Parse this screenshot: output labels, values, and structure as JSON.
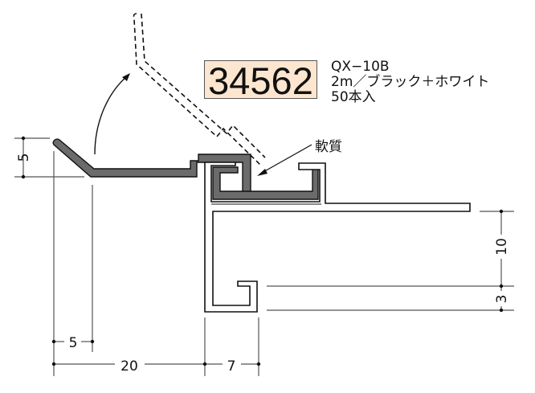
{
  "product": {
    "code": "34562",
    "model": "QX−10B",
    "spec": "2m／ブラック＋ホワイト",
    "quantity": "50本入",
    "code_box_color": "#fce6cf"
  },
  "labels": {
    "soft_material": "軟質"
  },
  "dimensions": {
    "left_height": "5",
    "bottom_inner": "5",
    "bottom_total": "20",
    "bottom_right": "7",
    "right_upper": "10",
    "right_lower": "3"
  },
  "colors": {
    "soft_part": "#6b6b6b",
    "outline": "#111111",
    "dim_line": "#555555"
  }
}
